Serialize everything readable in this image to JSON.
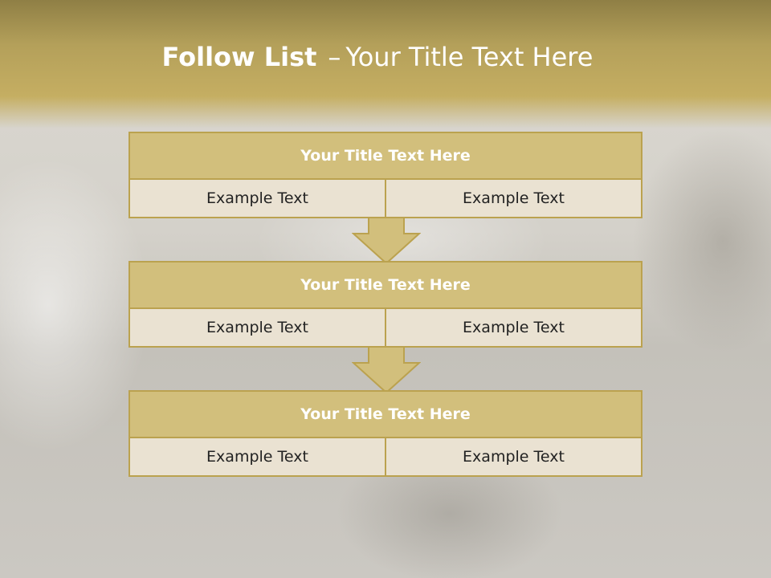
{
  "slide": {
    "title_bold": "Follow List",
    "title_sep": "–",
    "title_rest": "Your Title Text Here"
  },
  "blocks": [
    {
      "title": "Your Title Text Here",
      "left": "Example Text",
      "right": "Example Text"
    },
    {
      "title": "Your Title Text Here",
      "left": "Example Text",
      "right": "Example Text"
    },
    {
      "title": "Your Title Text Here",
      "left": "Example Text",
      "right": "Example Text"
    }
  ],
  "colors": {
    "gold": "#d2bf7c",
    "border": "#bba24f",
    "cell_bg": "#eae2d2"
  }
}
